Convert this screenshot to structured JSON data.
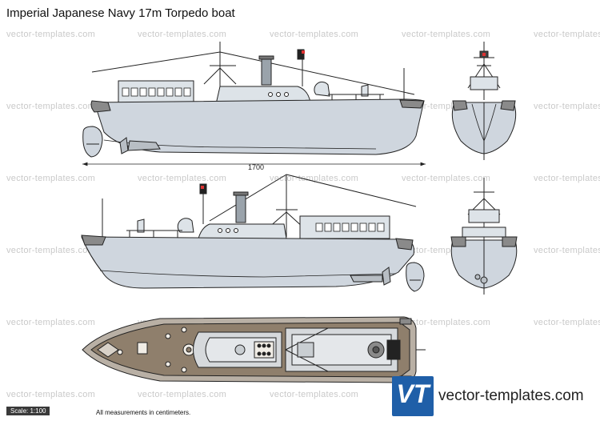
{
  "title": "Imperial Japanese Navy 17m Torpedo boat",
  "watermark_text": "vector-templates.com",
  "dimension_label": "1700",
  "scale_label": "Scale: 1:100",
  "note": "All measurements in centimeters.",
  "logo": {
    "letters": "VT",
    "site": "vector-templates.com"
  },
  "colors": {
    "hull": "#cfd6de",
    "cabin": "#dde3e8",
    "deck": "#8f7f6c",
    "outline": "#222222",
    "logo": "#1f5fa8"
  }
}
